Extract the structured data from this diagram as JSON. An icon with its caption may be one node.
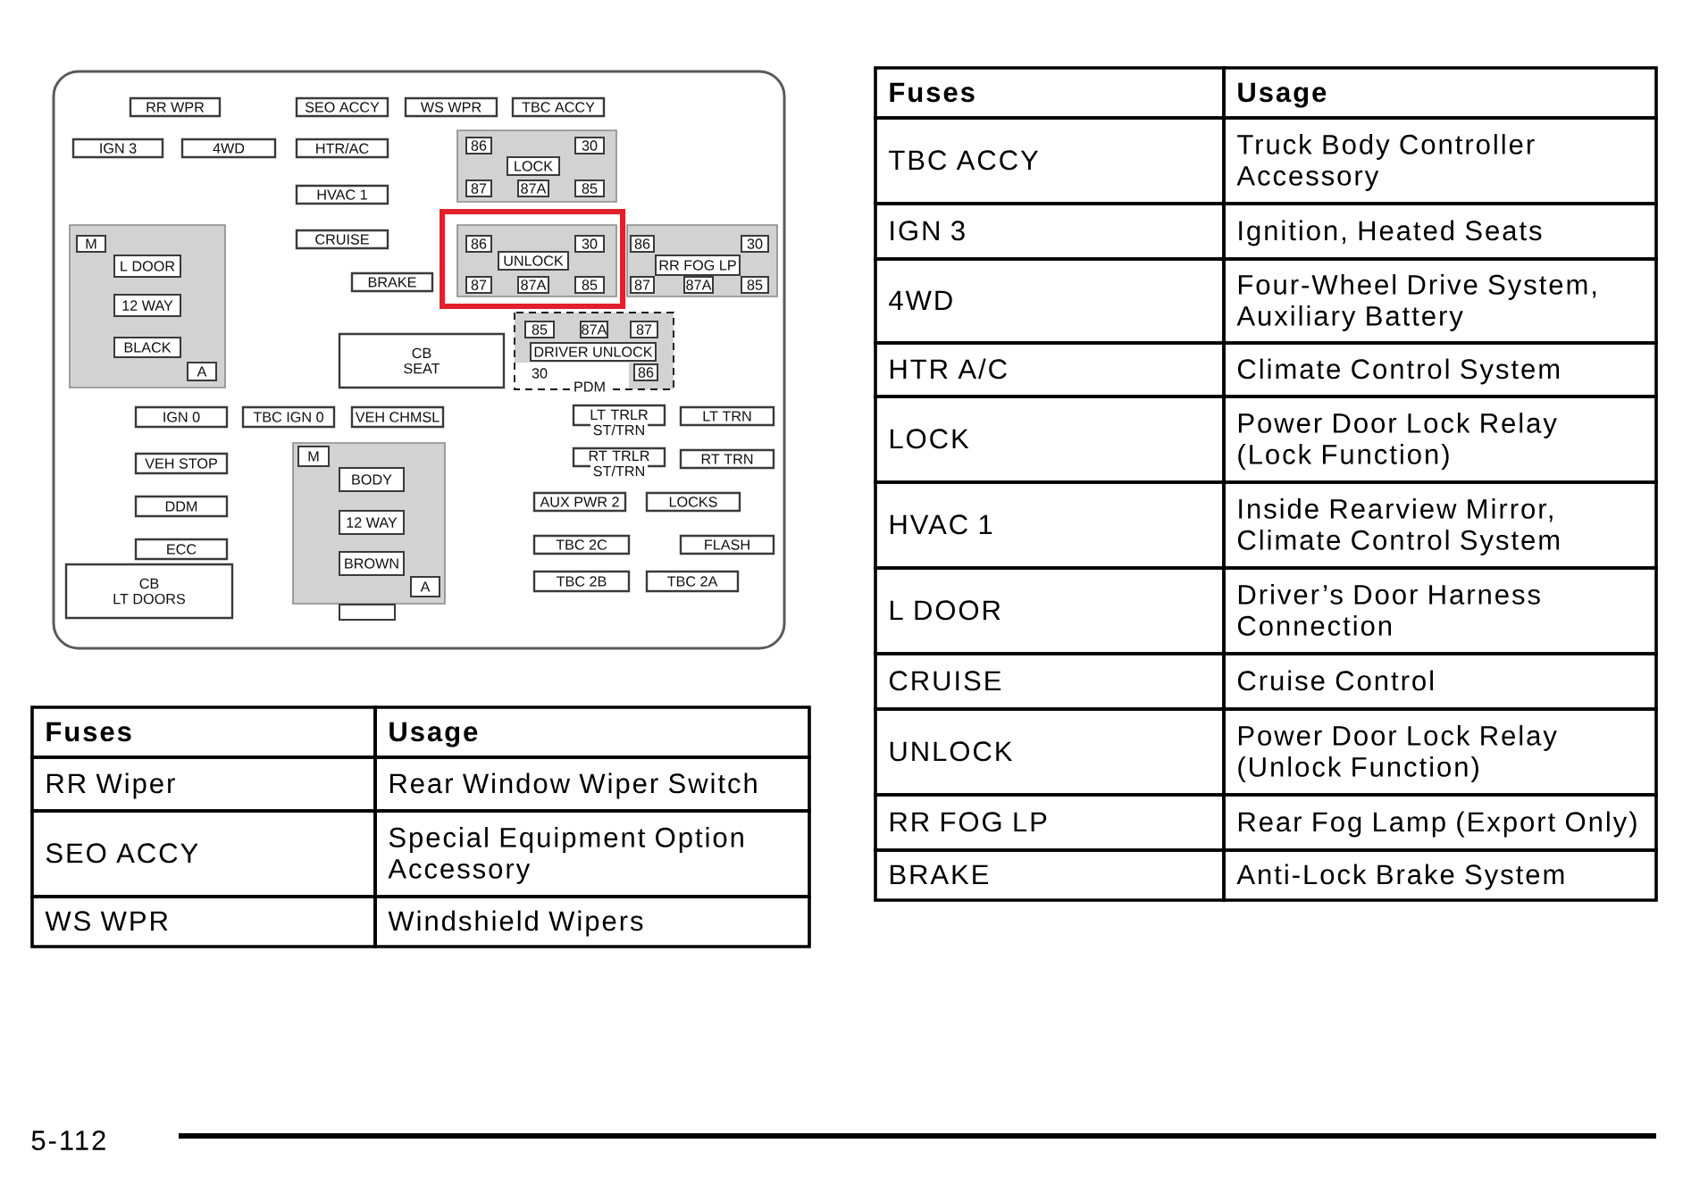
{
  "diagram": {
    "nodes": [
      {
        "text": [],
        "shape": "box"
      },
      {
        "text": [
          "RR WPR"
        ],
        "in": 0
      },
      {
        "text": [
          "SEO ACCY"
        ],
        "in": 0
      },
      {
        "text": [
          "WS WPR"
        ],
        "in": 0
      },
      {
        "text": [
          "TBC ACCY"
        ],
        "in": 0
      },
      {
        "text": [
          "IGN 3"
        ],
        "in": 0
      },
      {
        "text": [
          "4WD"
        ],
        "in": 0
      },
      {
        "text": [
          "HTR/AC"
        ],
        "in": 0
      },
      {
        "text": [],
        "shape": "box",
        "in": 0
      },
      {
        "text": [
          "86"
        ],
        "in": 8
      },
      {
        "text": [
          "30"
        ],
        "in": 8
      },
      {
        "text": [
          "LOCK"
        ],
        "in": 8
      },
      {
        "text": [
          "87"
        ],
        "in": 8
      },
      {
        "text": [
          "87A"
        ],
        "in": 8
      },
      {
        "text": [
          "85"
        ],
        "in": 8
      },
      {
        "text": [
          "HVAC 1"
        ],
        "in": 0
      },
      {
        "text": [],
        "shape": "box",
        "in": 0
      },
      {
        "text": [
          "M"
        ],
        "in": 16
      },
      {
        "text": [
          "L DOOR"
        ],
        "in": 16
      },
      {
        "text": [
          "12 WAY"
        ],
        "in": 16
      },
      {
        "text": [
          "BLACK"
        ],
        "in": 16
      },
      {
        "text": [
          "A"
        ],
        "in": 16
      },
      {
        "text": [
          "CRUISE"
        ],
        "in": 0
      },
      {
        "text": [],
        "shape": "box",
        "in": 0
      },
      {
        "text": [
          "86"
        ],
        "in": 23
      },
      {
        "text": [
          "30"
        ],
        "in": 23
      },
      {
        "text": [
          "UNLOCK"
        ],
        "in": 23
      },
      {
        "text": [
          "87"
        ],
        "in": 23
      },
      {
        "text": [
          "87A"
        ],
        "in": 23
      },
      {
        "text": [
          "85"
        ],
        "in": 23
      },
      {
        "text": [],
        "shape": "box",
        "in": 0
      },
      {
        "text": [
          "86"
        ],
        "in": 30
      },
      {
        "text": [
          "30"
        ],
        "in": 30
      },
      {
        "text": [
          "RR FOG LP"
        ],
        "in": 30
      },
      {
        "text": [
          "87"
        ],
        "in": 30
      },
      {
        "text": [
          "87A"
        ],
        "in": 30
      },
      {
        "text": [
          "85"
        ],
        "in": 30
      },
      {
        "text": [
          "BRAKE"
        ],
        "in": 0
      },
      {
        "text": [
          "30",
          "PDM"
        ],
        "in": 0
      },
      {
        "text": [
          "85"
        ],
        "in": 38
      },
      {
        "text": [
          "87A"
        ],
        "in": 38
      },
      {
        "text": [
          "87"
        ],
        "in": 38
      },
      {
        "text": [
          "DRIVER UNLOCK"
        ],
        "in": 38
      },
      {
        "text": [
          "86"
        ],
        "in": 38
      },
      {
        "text": [
          "CB",
          "SEAT"
        ],
        "in": 0
      },
      {
        "text": [
          "IGN 0"
        ],
        "in": 0
      },
      {
        "text": [
          "TBC IGN 0"
        ],
        "in": 0
      },
      {
        "text": [
          "VEH CHMSL"
        ],
        "in": 0
      },
      {
        "text": [
          "LT TRLR ST/TRN"
        ],
        "in": 0
      },
      {
        "text": [
          "LT TRN"
        ],
        "in": 0
      },
      {
        "text": [
          "VEH STOP"
        ],
        "in": 0
      },
      {
        "text": [],
        "shape": "box",
        "in": 0
      },
      {
        "text": [
          "M"
        ],
        "in": 51
      },
      {
        "text": [
          "BODY"
        ],
        "in": 51
      },
      {
        "text": [
          "12 WAY"
        ],
        "in": 51
      },
      {
        "text": [
          "BROWN"
        ],
        "in": 51
      },
      {
        "text": [
          "A"
        ],
        "in": 51
      },
      {
        "text": [
          "RT TRLR ST/TRN"
        ],
        "in": 0
      },
      {
        "text": [
          "RT TRN"
        ],
        "in": 0
      },
      {
        "text": [
          "DDM"
        ],
        "in": 0
      },
      {
        "text": [
          "AUX PWR 2"
        ],
        "in": 0
      },
      {
        "text": [
          "LOCKS"
        ],
        "in": 0
      },
      {
        "text": [
          "ECC"
        ],
        "in": 0
      },
      {
        "text": [
          "TBC 2C"
        ],
        "in": 0
      },
      {
        "text": [
          "FLASH"
        ],
        "in": 0
      },
      {
        "text": [
          "CB",
          "LT DOORS"
        ],
        "in": 0
      },
      {
        "text": [
          "TBC 2B"
        ],
        "in": 0
      },
      {
        "text": [
          "TBC 2A"
        ],
        "in": 0
      }
    ],
    "labels": [
      "Fuses",
      "Usage",
      "RR Wiper",
      "Rear Window Wiper Switch",
      "SEO ACCY",
      "Special Equipment Option Accessory",
      "WS WPR",
      "Windshield Wipers",
      "Fuses",
      "Usage",
      "TBC ACCY",
      "Truck Body Controller Accessory",
      "IGN 3",
      "Ignition, Heated Seats",
      "4WD",
      "Four-Wheel Drive System, Auxiliary Battery",
      "HTR A/C",
      "Climate Control System",
      "LOCK",
      "Power Door Lock Relay (Lock Function)",
      "HVAC 1",
      "Inside Rearview Mirror, Climate Control System",
      "L DOOR",
      "Driver’s Door Harness Connection",
      "CRUISE",
      "Cruise Control",
      "UNLOCK",
      "Power Door Lock Relay (Unlock Function)",
      "RR FOG LP",
      "Rear Fog Lamp (Export Only)",
      "BRAKE",
      "Anti-Lock Brake System",
      "5-112"
    ]
  }
}
